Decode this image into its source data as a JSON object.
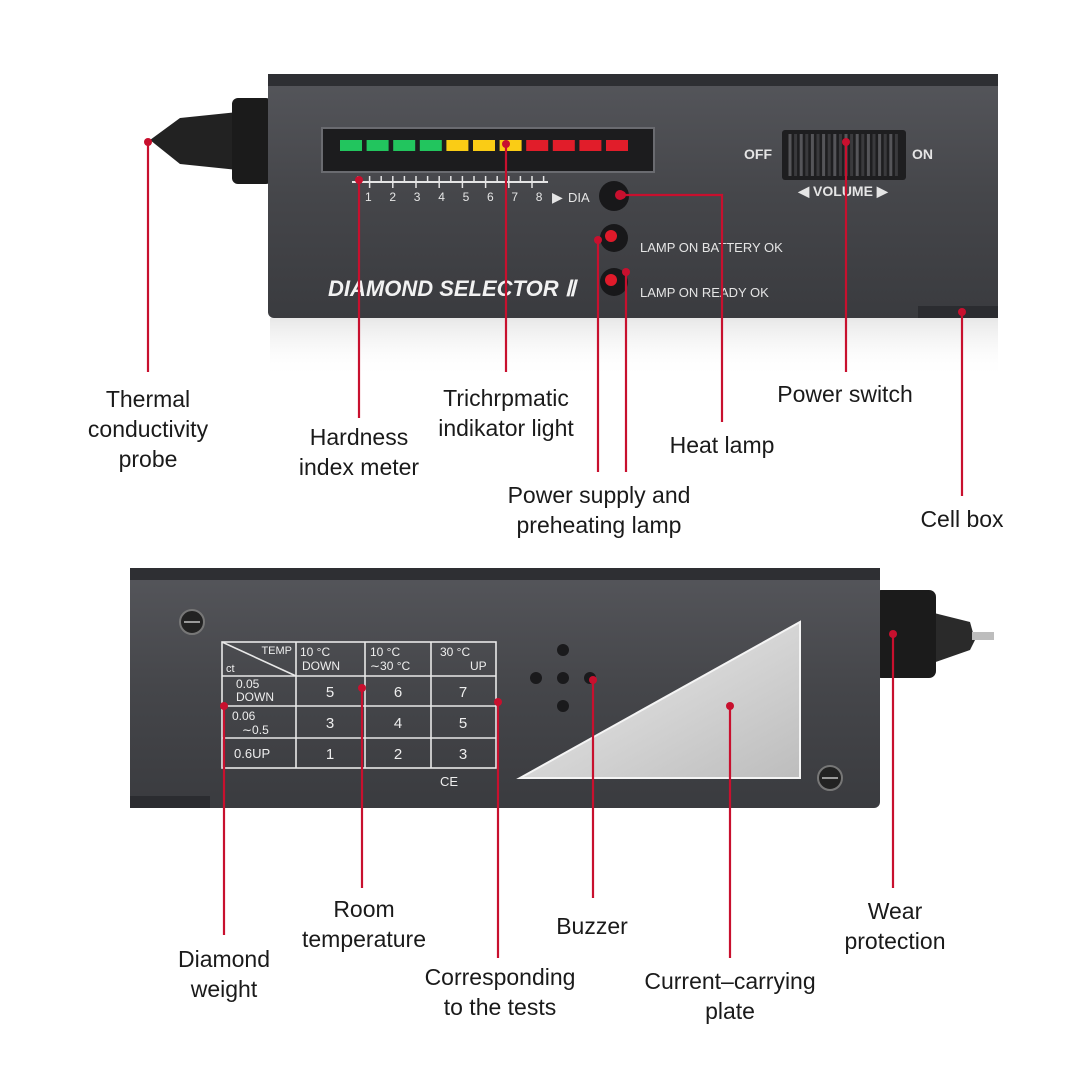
{
  "device": {
    "brand_label": "DIAMOND SELECTOR Ⅱ",
    "scale_numbers": [
      "1",
      "2",
      "3",
      "4",
      "5",
      "6",
      "7",
      "8"
    ],
    "dia_label": "DIA",
    "off_label": "OFF",
    "on_label": "ON",
    "volume_label": "◀ VOLUME ▶",
    "lamp_battery": "LAMP ON BATTERY OK",
    "lamp_ready": "LAMP ON READY OK",
    "ce_mark": "CE",
    "led_colors": [
      "#22c55e",
      "#22c55e",
      "#22c55e",
      "#22c55e",
      "#facc15",
      "#facc15",
      "#facc15",
      "#e11d2a",
      "#e11d2a",
      "#e11d2a",
      "#e11d2a"
    ]
  },
  "table": {
    "corner_temp": "TEMP",
    "corner_ct": "ct",
    "col_headers": [
      [
        "10 °C",
        "DOWN"
      ],
      [
        "10 °C",
        "∼30 °C"
      ],
      [
        "30 °C",
        "UP"
      ]
    ],
    "row_headers": [
      [
        "0.05",
        "DOWN"
      ],
      [
        "0.06",
        "∼0.5"
      ],
      [
        "0.6UP"
      ]
    ],
    "cells": [
      [
        "5",
        "6",
        "7"
      ],
      [
        "3",
        "4",
        "5"
      ],
      [
        "1",
        "2",
        "3"
      ]
    ]
  },
  "callouts": {
    "probe": [
      "Thermal",
      "conductivity",
      "probe"
    ],
    "hardness": [
      "Hardness",
      "index meter"
    ],
    "trichromatic": [
      "Trichrpmatic",
      "indikator light"
    ],
    "power_switch": [
      "Power switch"
    ],
    "heat_lamp": [
      "Heat lamp"
    ],
    "power_supply": [
      "Power supply and",
      "preheating lamp"
    ],
    "cell_box": [
      "Cell box"
    ],
    "room_temp": [
      "Room",
      "temperature"
    ],
    "buzzer": [
      "Buzzer"
    ],
    "wear": [
      "Wear",
      "protection"
    ],
    "diamond_weight": [
      "Diamond",
      "weight"
    ],
    "corresponding": [
      "Corresponding",
      "to the tests"
    ],
    "plate": [
      "Current–carrying",
      "plate"
    ]
  },
  "colors": {
    "leader_line": "#c8102e",
    "body_dark": "#3f4044",
    "body_light": "#5a5b60",
    "plate": "#d9d9d9"
  }
}
